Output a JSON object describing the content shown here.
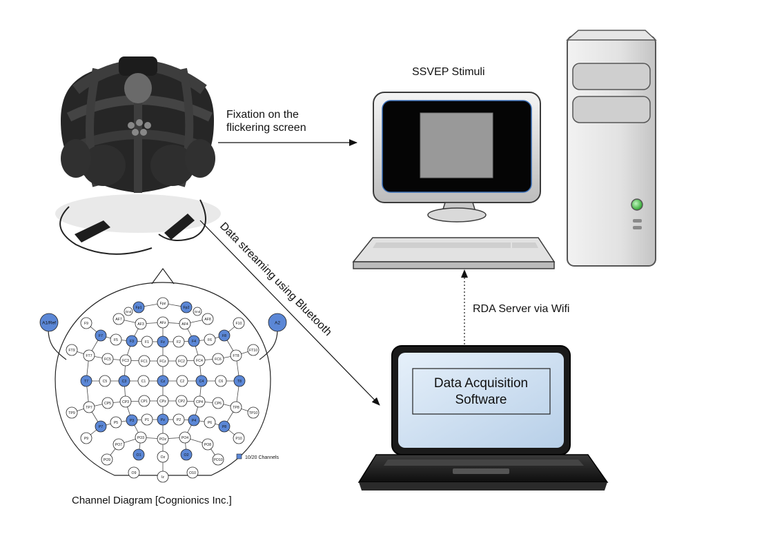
{
  "labels": {
    "ssvep_stimuli": "SSVEP Stimuli",
    "fixation_line1": "Fixation on the",
    "fixation_line2": "flickering screen",
    "data_streaming": "Data streaming using Bluetooth",
    "rda_server": "RDA Server via Wifi",
    "daq_line1": "Data Acquisition",
    "daq_line2": "Software",
    "channel_caption": "Channel Diagram [Cognionics Inc.]"
  },
  "legend": {
    "label": "10/20 Channels"
  },
  "colors": {
    "highlight": "#5b87d6",
    "stroke": "#222222",
    "screen_blue": "#cfe0f2",
    "led_green": "#4ccf4c"
  },
  "eeg_channels": [
    {
      "name": "Fp1",
      "hl": true
    },
    {
      "name": "Fpz",
      "hl": false
    },
    {
      "name": "Fp2",
      "hl": true
    },
    {
      "name": "Gnd",
      "hl": false
    },
    {
      "name": "Gnd",
      "hl": false
    },
    {
      "name": "AF7",
      "hl": false
    },
    {
      "name": "AF3",
      "hl": false
    },
    {
      "name": "AFz",
      "hl": false
    },
    {
      "name": "AF4",
      "hl": false
    },
    {
      "name": "AF8",
      "hl": false
    },
    {
      "name": "F9",
      "hl": false
    },
    {
      "name": "F7",
      "hl": true
    },
    {
      "name": "F5",
      "hl": false
    },
    {
      "name": "F3",
      "hl": true
    },
    {
      "name": "F1",
      "hl": false
    },
    {
      "name": "Fz",
      "hl": true
    },
    {
      "name": "F2",
      "hl": false
    },
    {
      "name": "F4",
      "hl": true
    },
    {
      "name": "F6",
      "hl": false
    },
    {
      "name": "F8",
      "hl": true
    },
    {
      "name": "F10",
      "hl": false
    },
    {
      "name": "FT9",
      "hl": false
    },
    {
      "name": "FT7",
      "hl": false
    },
    {
      "name": "FC5",
      "hl": false
    },
    {
      "name": "FC3",
      "hl": false
    },
    {
      "name": "FC1",
      "hl": false
    },
    {
      "name": "FCz",
      "hl": false
    },
    {
      "name": "FC2",
      "hl": false
    },
    {
      "name": "FC4",
      "hl": false
    },
    {
      "name": "FC6",
      "hl": false
    },
    {
      "name": "FT8",
      "hl": false
    },
    {
      "name": "FT10",
      "hl": false
    },
    {
      "name": "T7",
      "hl": true
    },
    {
      "name": "C5",
      "hl": false
    },
    {
      "name": "C3",
      "hl": true
    },
    {
      "name": "C1",
      "hl": false
    },
    {
      "name": "Cz",
      "hl": true
    },
    {
      "name": "C2",
      "hl": false
    },
    {
      "name": "C4",
      "hl": true
    },
    {
      "name": "C6",
      "hl": false
    },
    {
      "name": "T8",
      "hl": true
    },
    {
      "name": "TP9",
      "hl": false
    },
    {
      "name": "TP7",
      "hl": false
    },
    {
      "name": "CP5",
      "hl": false
    },
    {
      "name": "CP3",
      "hl": false
    },
    {
      "name": "CP1",
      "hl": false
    },
    {
      "name": "CPz",
      "hl": false
    },
    {
      "name": "CP2",
      "hl": false
    },
    {
      "name": "CP4",
      "hl": false
    },
    {
      "name": "CP6",
      "hl": false
    },
    {
      "name": "TP8",
      "hl": false
    },
    {
      "name": "TP10",
      "hl": false
    },
    {
      "name": "P9",
      "hl": false
    },
    {
      "name": "P7",
      "hl": true
    },
    {
      "name": "P5",
      "hl": false
    },
    {
      "name": "P3",
      "hl": true
    },
    {
      "name": "P1",
      "hl": false
    },
    {
      "name": "Pz",
      "hl": true
    },
    {
      "name": "P2",
      "hl": false
    },
    {
      "name": "P4",
      "hl": true
    },
    {
      "name": "P6",
      "hl": false
    },
    {
      "name": "P8",
      "hl": true
    },
    {
      "name": "P10",
      "hl": false
    },
    {
      "name": "PO9",
      "hl": false
    },
    {
      "name": "PO7",
      "hl": false
    },
    {
      "name": "PO3",
      "hl": false
    },
    {
      "name": "POz",
      "hl": false
    },
    {
      "name": "PO4",
      "hl": false
    },
    {
      "name": "PO8",
      "hl": false
    },
    {
      "name": "PO10",
      "hl": false
    },
    {
      "name": "O1",
      "hl": true
    },
    {
      "name": "Oz",
      "hl": false
    },
    {
      "name": "O2",
      "hl": true
    },
    {
      "name": "O9",
      "hl": false
    },
    {
      "name": "Iz",
      "hl": false
    },
    {
      "name": "O10",
      "hl": false
    }
  ],
  "ear_refs": [
    {
      "name": "A1/Ref",
      "hl": true
    },
    {
      "name": "A2",
      "hl": true
    }
  ]
}
